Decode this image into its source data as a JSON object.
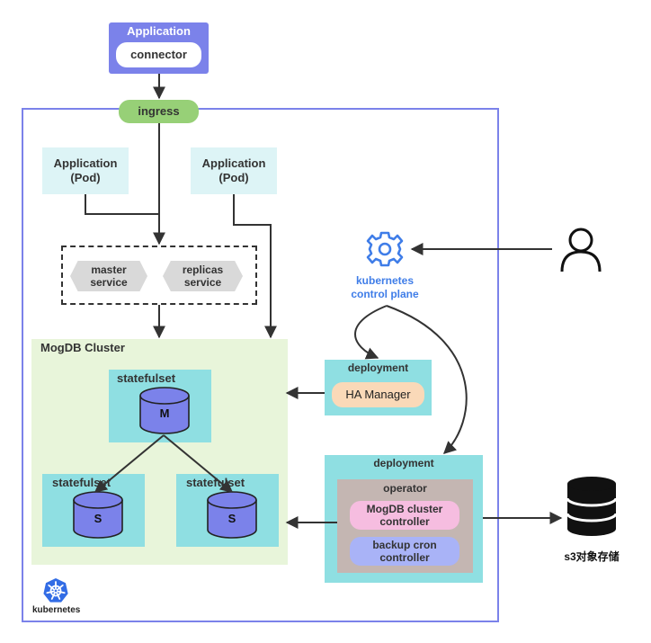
{
  "app": {
    "title": "Application",
    "connector": "connector"
  },
  "ingress": "ingress",
  "pods": [
    {
      "line1": "Application",
      "line2": "(Pod)"
    },
    {
      "line1": "Application",
      "line2": "(Pod)"
    }
  ],
  "services": [
    {
      "line1": "master",
      "line2": "service"
    },
    {
      "line1": "replicas",
      "line2": "service"
    }
  ],
  "cluster": {
    "title": "MogDB Cluster",
    "master": {
      "label": "statefulset",
      "db": "M"
    },
    "replicas": [
      {
        "label": "statefulset",
        "db": "S"
      },
      {
        "label": "statefulset",
        "db": "S"
      }
    ]
  },
  "control_plane": {
    "line1": "kubernetes",
    "line2": "control plane"
  },
  "ha_deployment": {
    "label": "deployment",
    "item": "HA Manager"
  },
  "operator_deployment": {
    "label": "deployment",
    "operator": "operator",
    "items": [
      {
        "line1": "MogDB cluster",
        "line2": "controller"
      },
      {
        "line1": "backup cron",
        "line2": "controller"
      }
    ]
  },
  "storage": {
    "label": "s3对象存储"
  },
  "k8s_logo": {
    "label": "kubernetes"
  },
  "colors": {
    "app_blue": "#7b82ea",
    "ingress_green": "#97d077",
    "pod_bg": "#ddf4f6",
    "cluster_bg": "#e8f5da",
    "teal": "#8fdfe2",
    "db_blue": "#7b82ea",
    "operator_bg": "#c4b6b2",
    "ha_peach": "#fad9b8",
    "pink": "#f6bde0",
    "lavender": "#a9b3f7",
    "k8s_blue": "#326ce5",
    "control_blue": "#3f7de8"
  },
  "icons": [
    "gear-icon",
    "user-icon",
    "database-icon",
    "kubernetes-logo-icon"
  ]
}
